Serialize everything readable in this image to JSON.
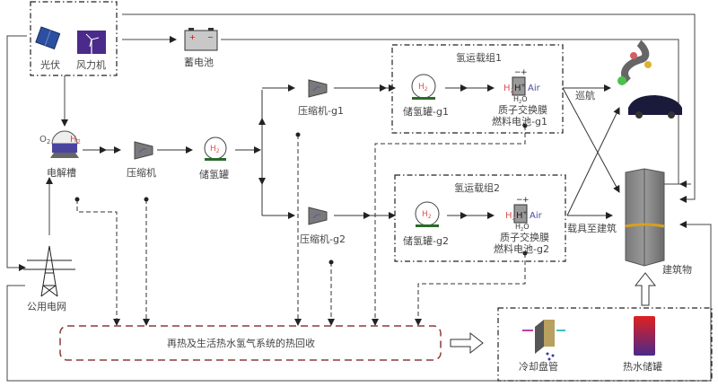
{
  "nodes": {
    "pv": "光伏",
    "wind": "风力机",
    "battery": "蓄电池",
    "electrolyzer": "电解槽",
    "compressor": "压缩机",
    "storage_tank": "储氢罐",
    "compressor_g1": "压缩机-g1",
    "compressor_g2": "压缩机-g2",
    "tank_g1": "储氢罐-g1",
    "tank_g2": "储氢罐-g2",
    "fc_g1_line1": "质子交换膜",
    "fc_g1_line2": "燃料电池-g1",
    "fc_g2_line1": "质子交换膜",
    "fc_g2_line2": "燃料电池-g2",
    "grid": "公用电网",
    "building": "建筑物",
    "cooling_coil": "冷却盘管",
    "hot_water_tank": "热水储罐",
    "heat_recovery": "再热及生活热水氢气系统的热回收"
  },
  "groups": {
    "group1": "氢运载组1",
    "group2": "氢运载组2"
  },
  "edges": {
    "cruise": "巡航",
    "vehicle_to_building": "载具至建筑"
  },
  "chem": {
    "o2": "O",
    "o2_sub": "2",
    "h2": "H",
    "h2_sub": "2",
    "h_plus": "H",
    "h_plus_sup": "+",
    "air": "Air",
    "h2o": "H",
    "h2o_sub": "2",
    "h2o_tail": "O",
    "minus": "−",
    "plus": "+"
  },
  "colors": {
    "h2_red": "#d9534f",
    "air_blue": "#4a4aa0",
    "heat_box_border": "#8b3a3a",
    "line": "#333333"
  }
}
